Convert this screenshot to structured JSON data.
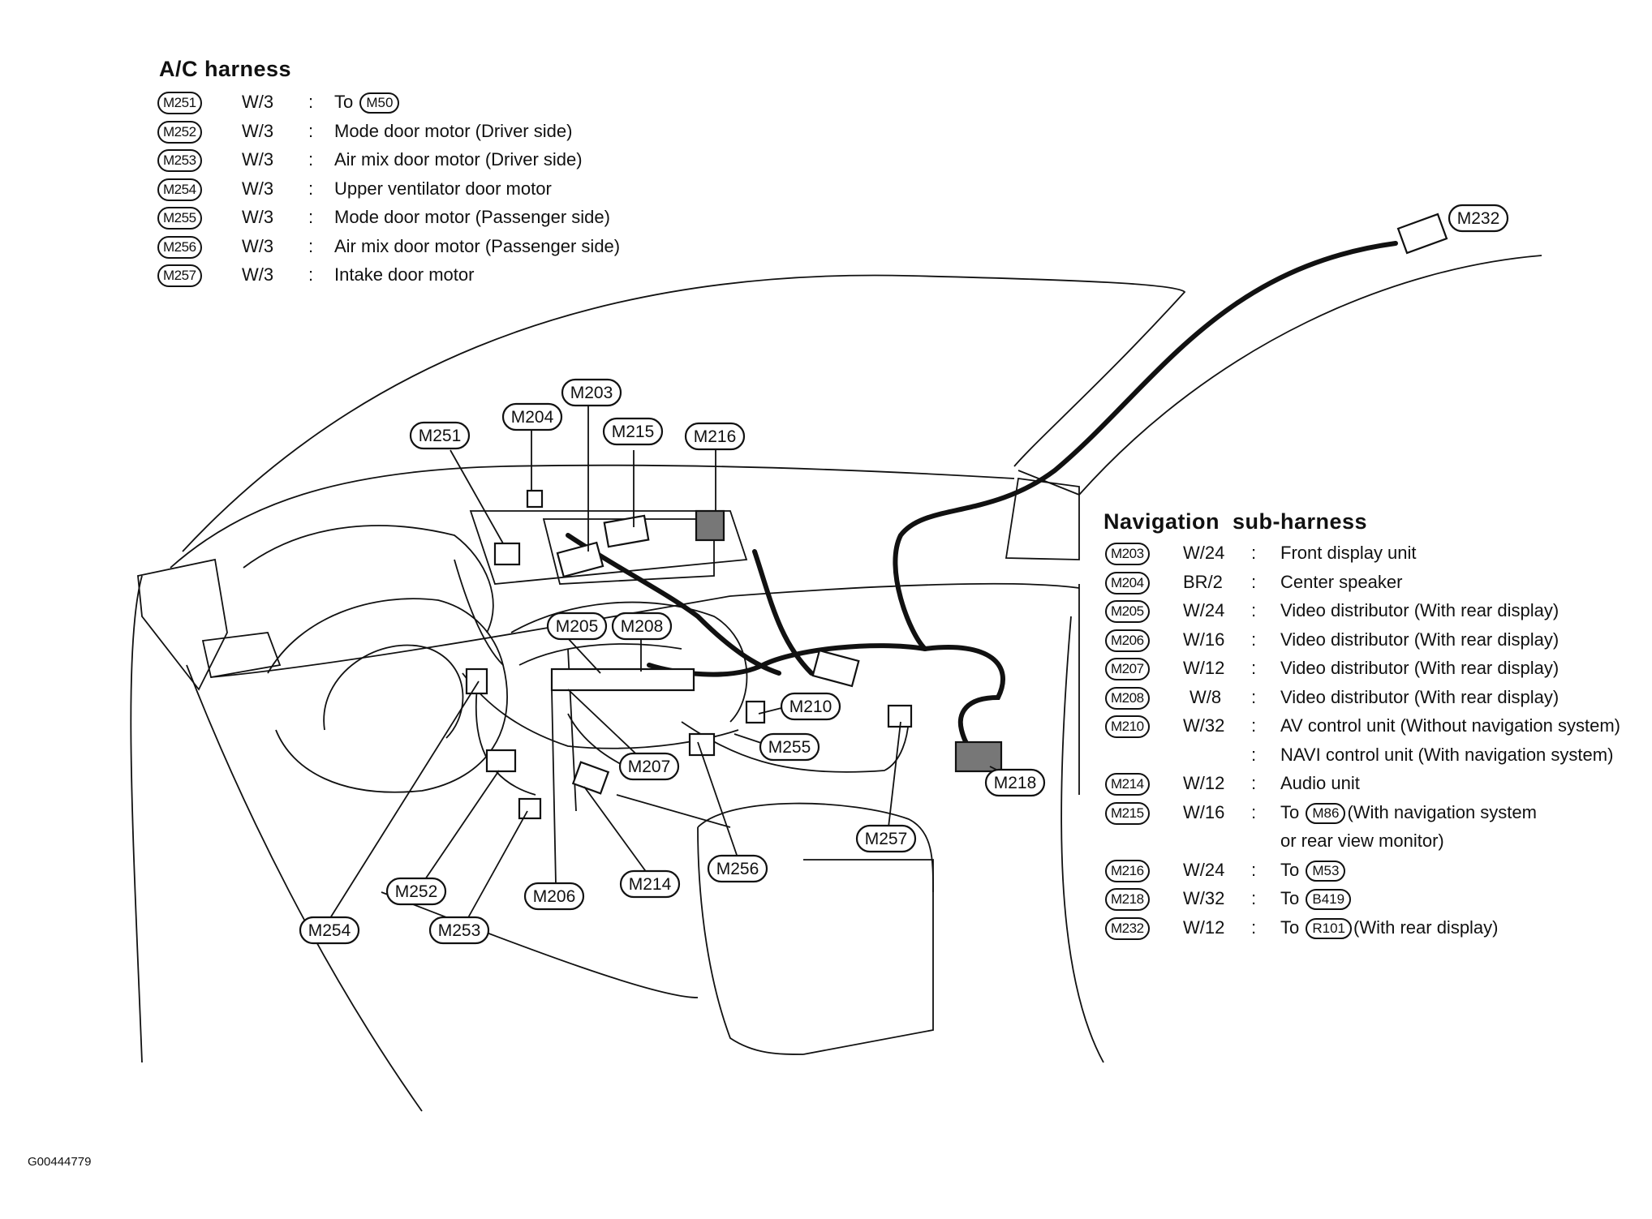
{
  "ac_harness": {
    "title": "A/C harness",
    "rows": [
      {
        "code": "M251",
        "wire": "W/3",
        "sep": ":",
        "desc": "To",
        "ref": "M50",
        "suffix": ""
      },
      {
        "code": "M252",
        "wire": "W/3",
        "sep": ":",
        "desc": "Mode door motor (Driver side)",
        "ref": "",
        "suffix": ""
      },
      {
        "code": "M253",
        "wire": "W/3",
        "sep": ":",
        "desc": "Air mix door motor (Driver side)",
        "ref": "",
        "suffix": ""
      },
      {
        "code": "M254",
        "wire": "W/3",
        "sep": ":",
        "desc": "Upper ventilator door motor",
        "ref": "",
        "suffix": ""
      },
      {
        "code": "M255",
        "wire": "W/3",
        "sep": ":",
        "desc": "Mode door motor (Passenger side)",
        "ref": "",
        "suffix": ""
      },
      {
        "code": "M256",
        "wire": "W/3",
        "sep": ":",
        "desc": "Air mix door motor (Passenger side)",
        "ref": "",
        "suffix": ""
      },
      {
        "code": "M257",
        "wire": "W/3",
        "sep": ":",
        "desc": "Intake door motor",
        "ref": "",
        "suffix": ""
      }
    ]
  },
  "nav_harness": {
    "title": "Navigation  sub-harness",
    "rows": [
      {
        "code": "M203",
        "wire": "W/24",
        "sep": ":",
        "desc": "Front display unit",
        "ref": "",
        "suffix": ""
      },
      {
        "code": "M204",
        "wire": "BR/2",
        "sep": ":",
        "desc": "Center speaker",
        "ref": "",
        "suffix": ""
      },
      {
        "code": "M205",
        "wire": "W/24",
        "sep": ":",
        "desc": "Video distributor (With rear display)",
        "ref": "",
        "suffix": ""
      },
      {
        "code": "M206",
        "wire": "W/16",
        "sep": ":",
        "desc": "Video distributor (With rear display)",
        "ref": "",
        "suffix": ""
      },
      {
        "code": "M207",
        "wire": "W/12",
        "sep": ":",
        "desc": "Video distributor (With rear display)",
        "ref": "",
        "suffix": ""
      },
      {
        "code": "M208",
        "wire": "W/8",
        "sep": ":",
        "desc": "Video distributor (With rear display)",
        "ref": "",
        "suffix": ""
      },
      {
        "code": "M210",
        "wire": "W/32",
        "sep": ":",
        "desc": "AV control unit (Without navigation system)",
        "ref": "",
        "suffix": ""
      },
      {
        "code": "",
        "wire": "",
        "sep": ":",
        "desc": "NAVI control unit (With navigation system)",
        "ref": "",
        "suffix": ""
      },
      {
        "code": "M214",
        "wire": "W/12",
        "sep": ":",
        "desc": "Audio unit",
        "ref": "",
        "suffix": ""
      },
      {
        "code": "M215",
        "wire": "W/16",
        "sep": ":",
        "desc": "To",
        "ref": "M86",
        "suffix": "(With navigation system"
      },
      {
        "code": "",
        "wire": "",
        "sep": "",
        "desc": "or rear view monitor)",
        "ref": "",
        "suffix": ""
      },
      {
        "code": "M216",
        "wire": "W/24",
        "sep": ":",
        "desc": "To",
        "ref": "M53",
        "suffix": ""
      },
      {
        "code": "M218",
        "wire": "W/32",
        "sep": ":",
        "desc": "To",
        "ref": "B419",
        "suffix": ""
      },
      {
        "code": "M232",
        "wire": "W/12",
        "sep": ":",
        "desc": "To",
        "ref": "R101",
        "suffix": "(With rear display)"
      }
    ]
  },
  "callouts": [
    "M203",
    "M204",
    "M215",
    "M216",
    "M251",
    "M205",
    "M208",
    "M210",
    "M255",
    "M207",
    "M218",
    "M257",
    "M256",
    "M214",
    "M206",
    "M252",
    "M254",
    "M253",
    "M232"
  ],
  "figure_code": "G00444779"
}
